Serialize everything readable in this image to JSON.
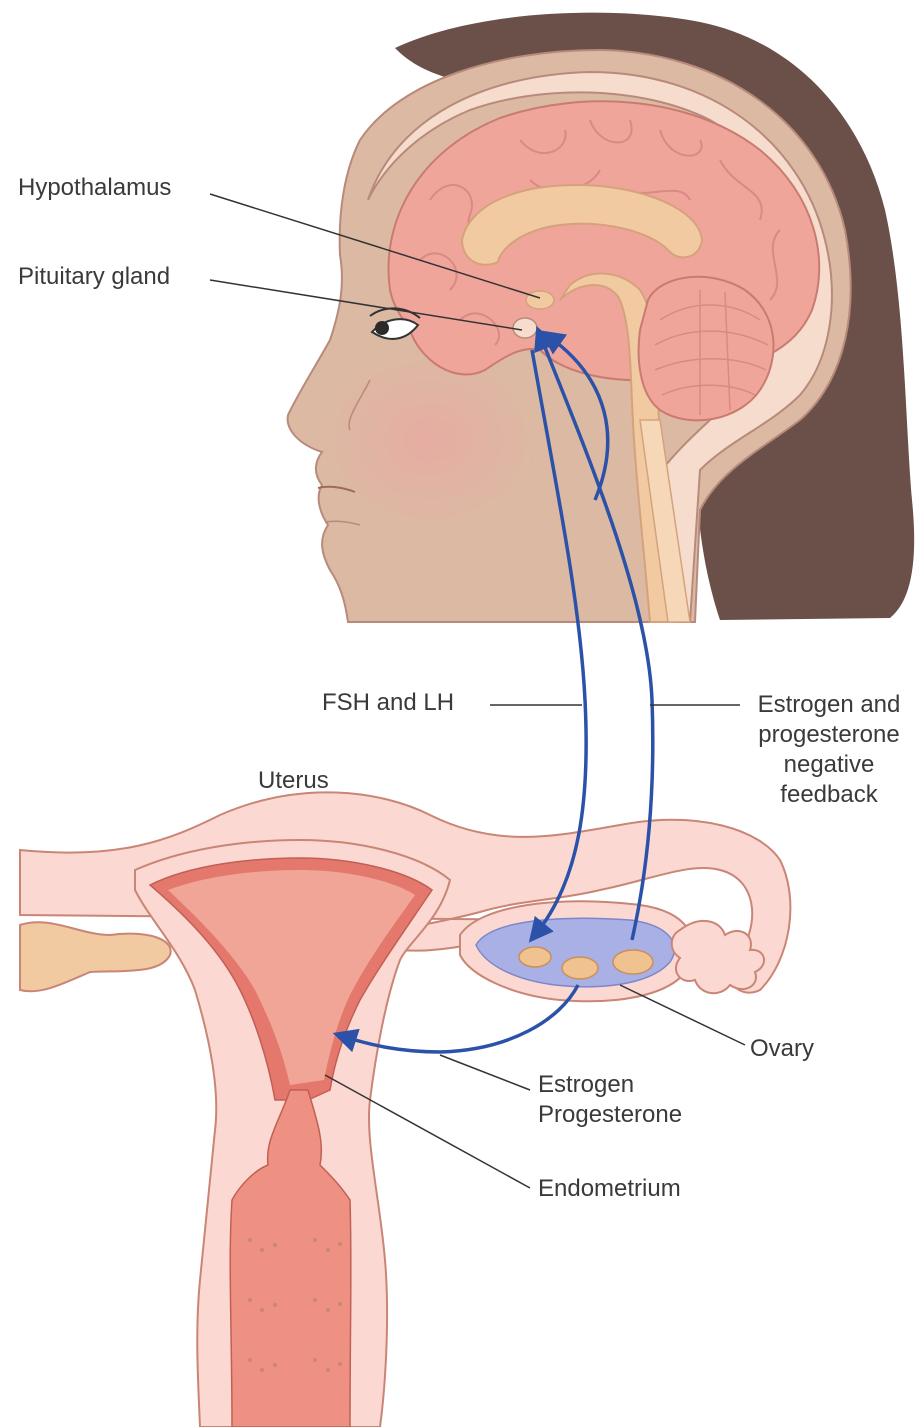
{
  "labels": {
    "hypothalamus": "Hypothalamus",
    "pituitary": "Pituitary gland",
    "fsh_lh": "FSH and LH",
    "feedback_1": "Estrogen and",
    "feedback_2": "progesterone",
    "feedback_3": "negative",
    "feedback_4": "feedback",
    "uterus": "Uterus",
    "ovary": "Ovary",
    "hormone_1": "Estrogen",
    "hormone_2": "Progesterone",
    "endometrium": "Endometrium"
  },
  "colors": {
    "hair": "#6b5049",
    "skin": "#dcb9a3",
    "brain": "#f0a59b",
    "brain_dark": "#d98a82",
    "corpus_callosum": "#f2caa2",
    "uterus_outer": "#fbd9d2",
    "endometrium": "#e4786c",
    "uterus_inner": "#f1a597",
    "ovary_blue": "#a9b0e5",
    "follicle": "#efc28f",
    "arrow": "#2b52a8",
    "leader": "#333333"
  }
}
